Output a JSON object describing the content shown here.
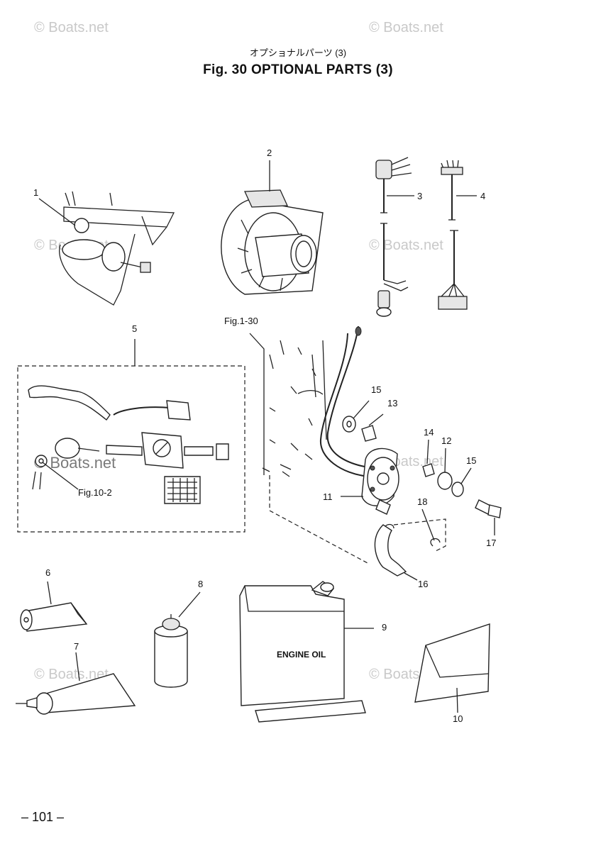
{
  "header": {
    "jp_title": "オプショナルパーツ (3)",
    "title": "Fig. 30    OPTIONAL PARTS  (3)"
  },
  "watermark": "© Boats.net",
  "callouts": {
    "c1": "1",
    "c2": "2",
    "c3": "3",
    "c4": "4",
    "c5": "5",
    "c6": "6",
    "c7": "7",
    "c8": "8",
    "c9": "9",
    "c10": "10",
    "c11": "11",
    "c12": "12",
    "c13": "13",
    "c14": "14",
    "c15a": "15",
    "c15b": "15",
    "c16": "16",
    "c17": "17",
    "c18": "18"
  },
  "refs": {
    "fig1_30": "Fig.1-30",
    "fig10_2": "Fig.10-2"
  },
  "product_label": "ENGINE OIL",
  "page_number": "– 101 –"
}
